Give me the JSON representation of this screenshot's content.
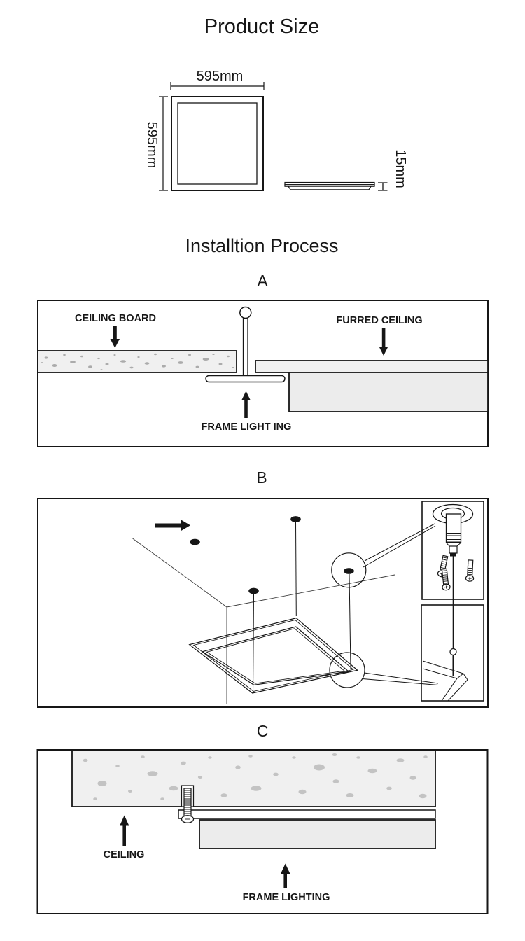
{
  "colors": {
    "ink": "#161616",
    "light": "#f0f0f0",
    "mid": "#ececec",
    "spka": "#ababab",
    "spkc": "#c3c3c3"
  },
  "product_size": {
    "title": "Product Size",
    "width_label": "595mm",
    "height_label": "595mm",
    "thickness_label": "15mm"
  },
  "installation": {
    "title": "Installtion Process",
    "step_a": "A",
    "step_b": "B",
    "step_c": "C"
  },
  "step_a": {
    "ceiling_board_label": "CEILING BOARD",
    "furred_ceiling_label": "FURRED CEILING",
    "frame_lighting_label": "FRAME LIGHT ING"
  },
  "step_c": {
    "ceiling_label": "CEILING",
    "frame_lighting_label": "FRAME LIGHTING"
  }
}
